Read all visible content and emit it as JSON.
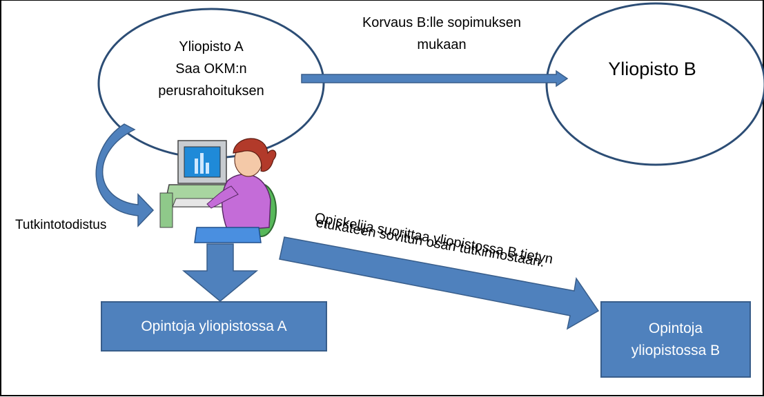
{
  "university_a": {
    "line1": "Yliopisto A",
    "line2": "Saa OKM:n",
    "line3": "perusrahoituksen"
  },
  "university_b": {
    "label": "Yliopisto B"
  },
  "compensation": {
    "line1": "Korvaus B:lle sopimuksen",
    "line2": "mukaan"
  },
  "degree_certificate": "Tutkintotodistus",
  "student_note": {
    "line1": "Opiskelija suorittaa yliopistossa B tietyn",
    "line2": "etukäteen sovitun osan tutkinnostaan."
  },
  "studies_a": {
    "label": "Opintoja yliopistossa A"
  },
  "studies_b": {
    "line1": "Opintoja",
    "line2": "yliopistossa B"
  },
  "colors": {
    "accent": "#4f81bd",
    "accent_border": "#385d8a",
    "ellipse_stroke": "#2c4d75"
  }
}
